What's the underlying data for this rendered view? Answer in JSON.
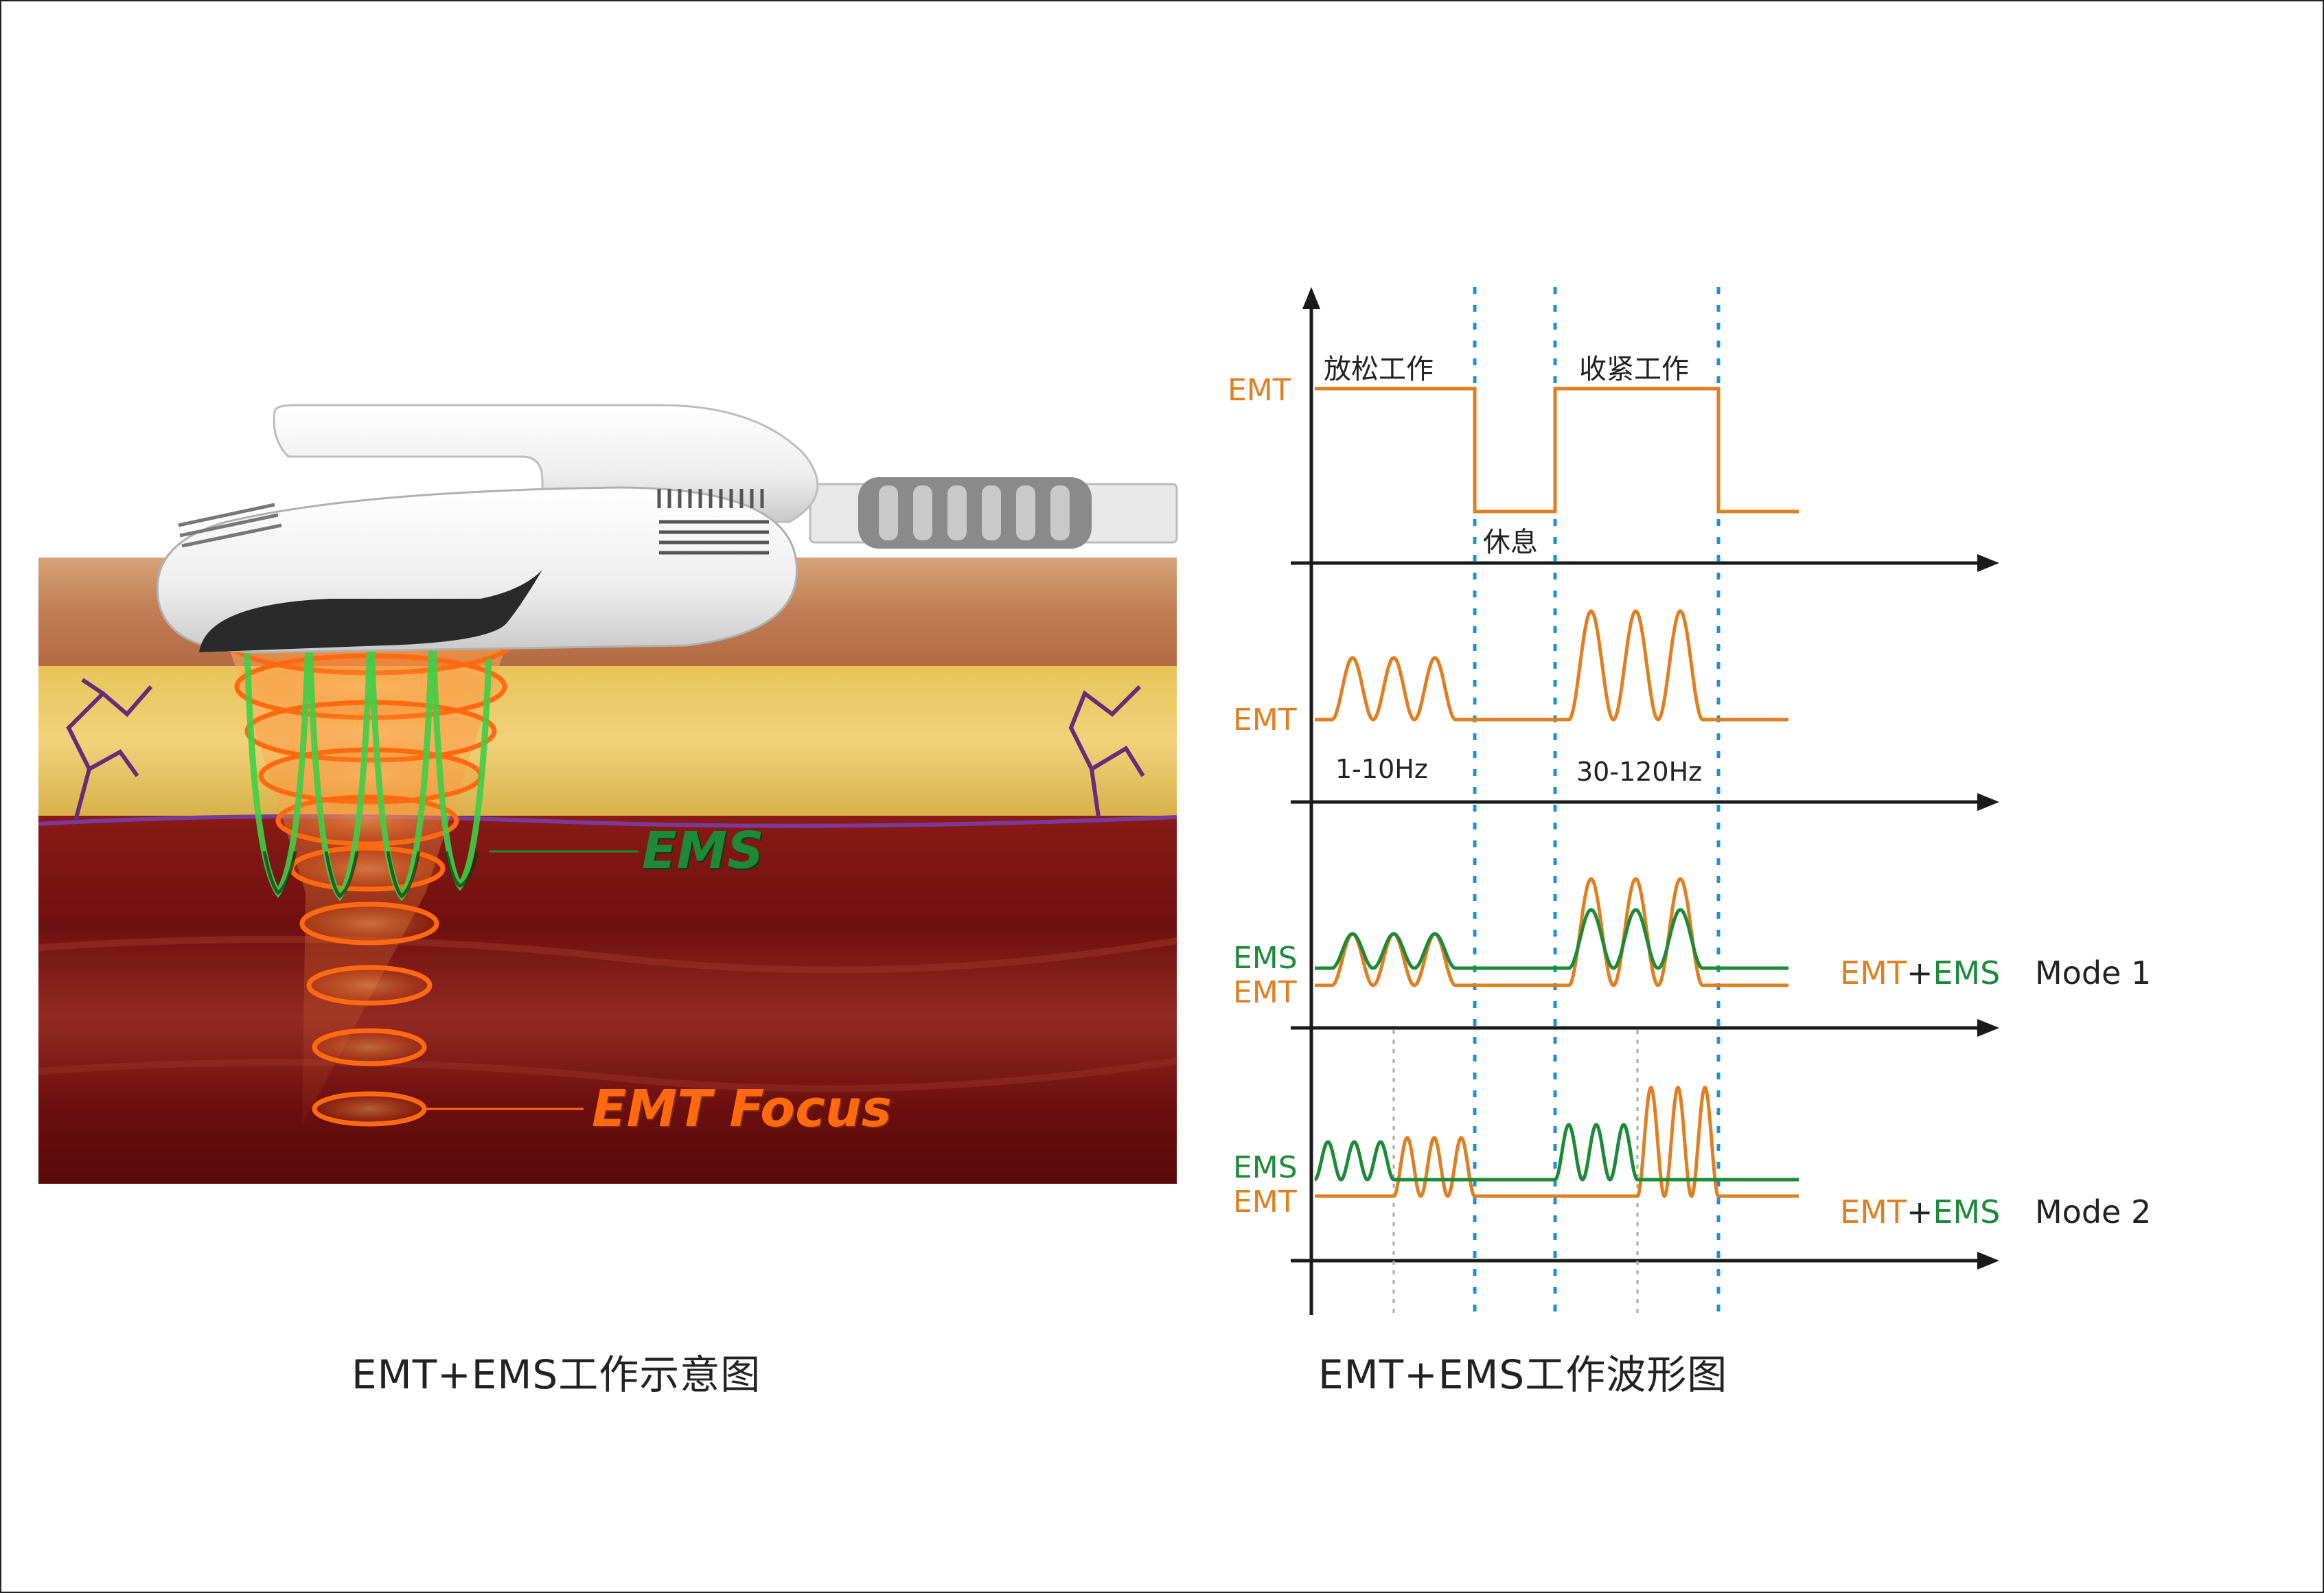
{
  "left_panel": {
    "caption": "EMT+EMS工作示意图",
    "ems_label": "EMS",
    "emt_focus_label": "EMT  Focus"
  },
  "right_panel": {
    "caption": "EMT+EMS工作波形图",
    "row1": {
      "axis_label": "EMT",
      "relax_label": "放松工作",
      "rest_label": "休息",
      "tighten_label": "收紧工作"
    },
    "row2": {
      "axis_label": "EMT",
      "low_freq_label": "1-10Hz",
      "high_freq_label": "30-120Hz"
    },
    "row3": {
      "ems_label": "EMS",
      "emt_label": "EMT",
      "mode_emt": "EMT",
      "mode_plus": "+",
      "mode_ems": "EMS",
      "mode_name": "Mode 1"
    },
    "row4": {
      "ems_label": "EMS",
      "emt_label": "EMT",
      "mode_emt": "EMT",
      "mode_plus": "+",
      "mode_ems": "EMS",
      "mode_name": "Mode 2"
    }
  },
  "colors": {
    "emt": "#e07f20",
    "ems": "#1d8a3a",
    "divider": "#1e90d6",
    "axis": "#1a1a1a",
    "skin": "#c98a5a",
    "fat": "#e5c055",
    "muscle": "#7a1414"
  }
}
